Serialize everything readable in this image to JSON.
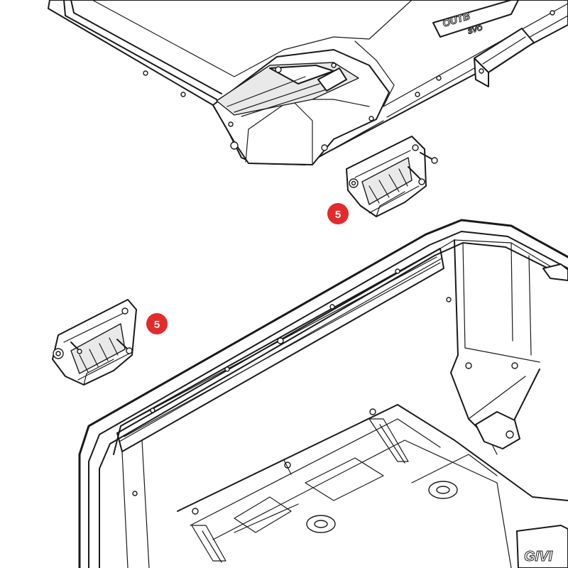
{
  "callouts": [
    {
      "label": "5"
    },
    {
      "label": "5"
    }
  ],
  "lid_logo": {
    "line1": "OUTB",
    "line2": "SVO"
  },
  "body_logo": {
    "text": "GIVI"
  },
  "colors": {
    "callout": "#e32b2b",
    "line": "#1a1a1a",
    "background": "#ffffff"
  }
}
